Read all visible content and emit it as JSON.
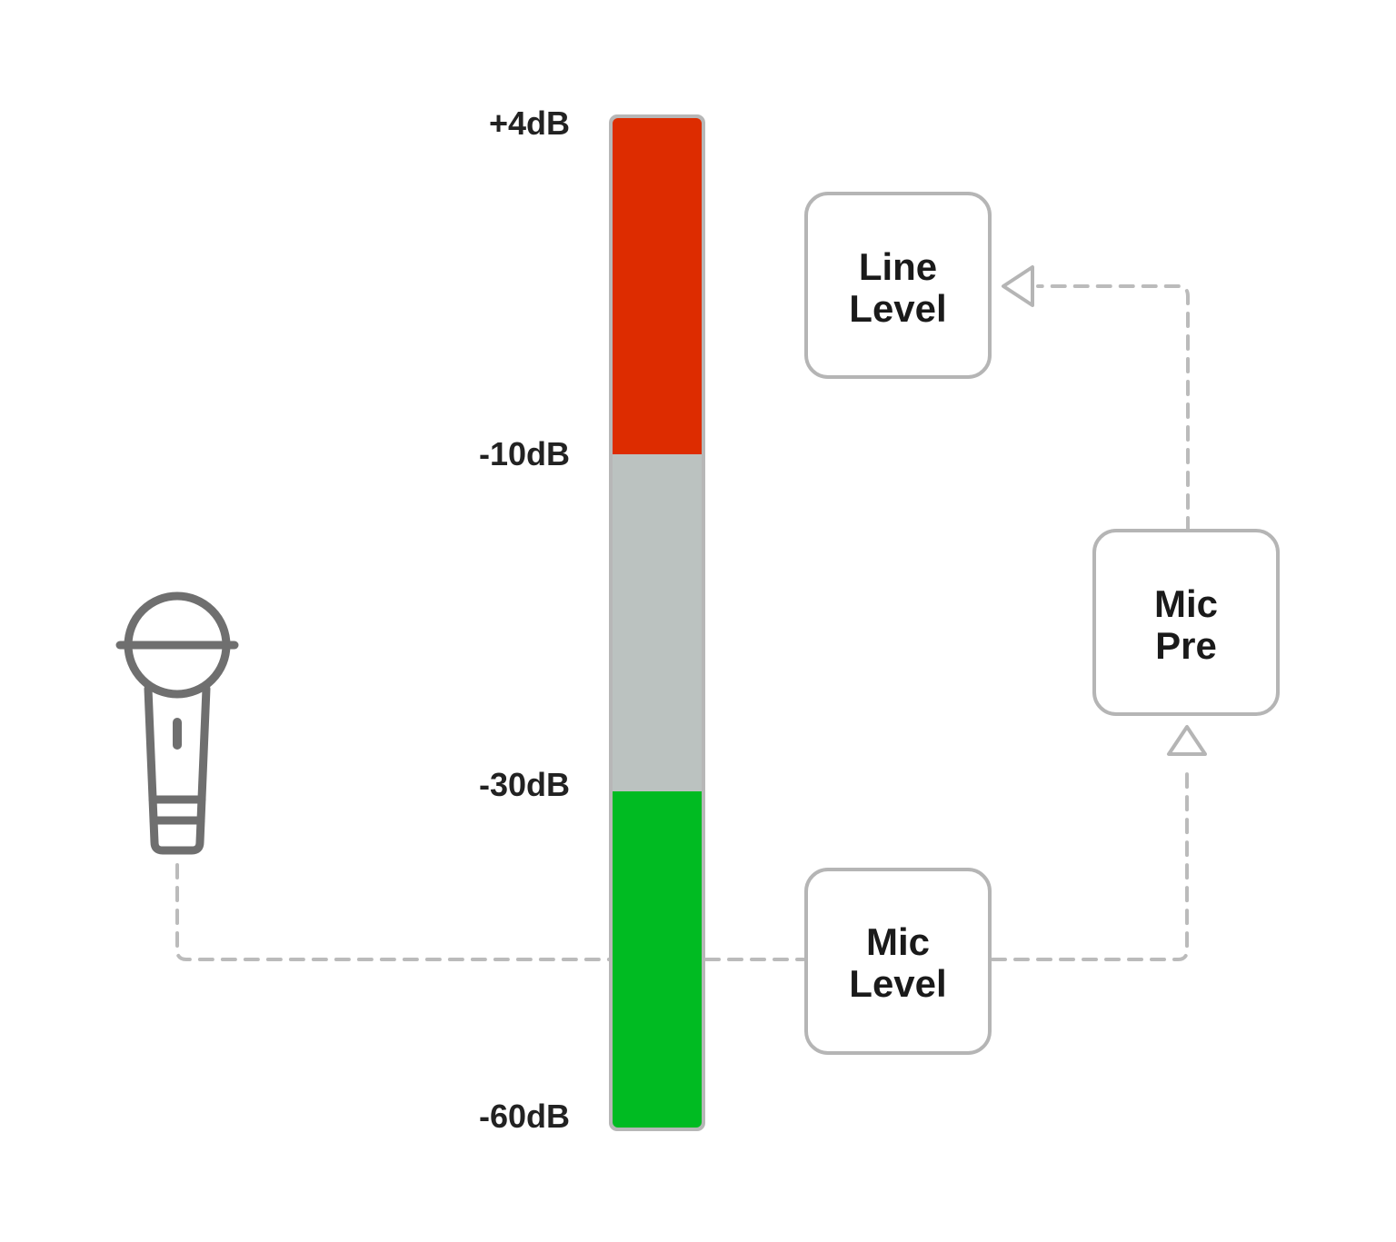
{
  "meter": {
    "ticks": [
      {
        "label": "+4dB"
      },
      {
        "label": "-10dB"
      },
      {
        "label": "-30dB"
      },
      {
        "label": "-60dB"
      }
    ],
    "colors": {
      "top": "#dd2c00",
      "middle": "#bbc2c0",
      "bottom": "#00bb22",
      "border": "#b7b7b7"
    }
  },
  "nodes": {
    "line_level": {
      "line1": "Line",
      "line2": "Level"
    },
    "mic_pre": {
      "line1": "Mic",
      "line2": "Pre"
    },
    "mic_level": {
      "line1": "Mic",
      "line2": "Level"
    }
  },
  "icons": {
    "microphone": "microphone-icon"
  },
  "colors": {
    "connector": "#bbbbbb",
    "box_border": "#b5b5b5",
    "icon": "#6f6f6f"
  }
}
